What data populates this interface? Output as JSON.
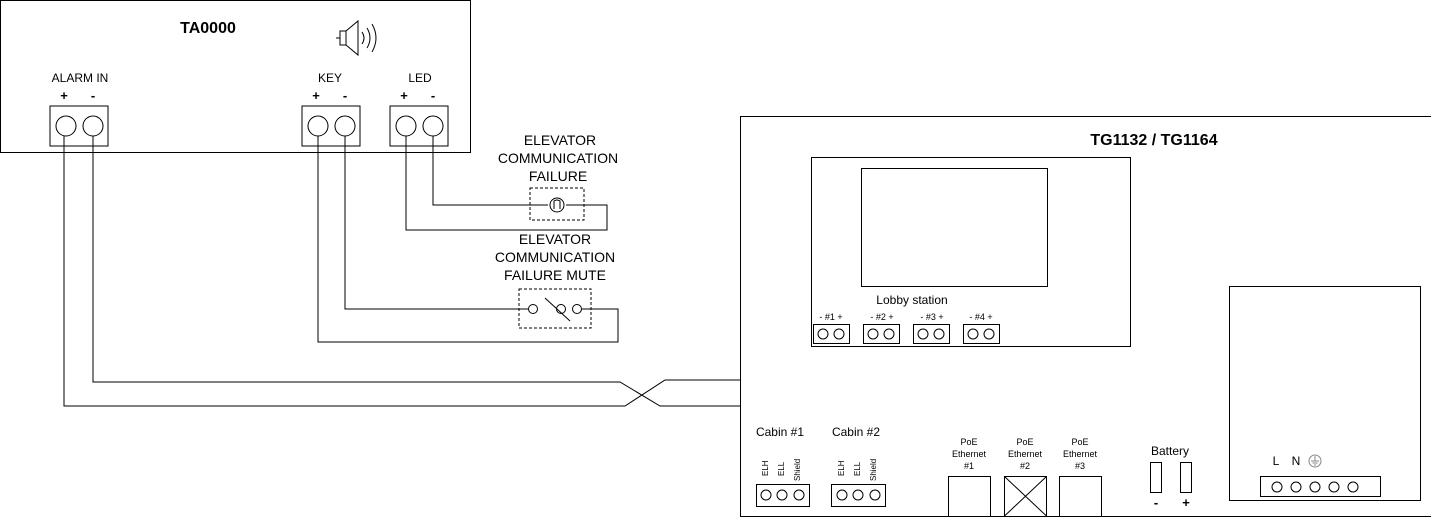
{
  "ta": {
    "title": "TA0000",
    "alarm_in": "ALARM IN",
    "key": "KEY",
    "led": "LED",
    "plus": "+",
    "minus": "-"
  },
  "elevator_failure": {
    "line1": "ELEVATOR",
    "line2": "COMMUNICATION",
    "line3": "FAILURE"
  },
  "elevator_mute": {
    "line1": "ELEVATOR",
    "line2": "COMMUNICATION",
    "line3": "FAILURE MUTE"
  },
  "tg": {
    "title": "TG1132 / TG1164",
    "lobby_station": "Lobby station",
    "ports": [
      "- #1 +",
      "- #2 +",
      "- #3 +",
      "- #4 +"
    ],
    "cabin1": "Cabin #1",
    "cabin2": "Cabin #2",
    "cabin_terms": [
      "ELH",
      "ELL",
      "Shield"
    ],
    "poe1": [
      "PoE",
      "Ethernet",
      "#1"
    ],
    "poe2": [
      "PoE",
      "Ethernet",
      "#2"
    ],
    "poe3": [
      "PoE",
      "Ethernet",
      "#3"
    ],
    "battery": "Battery",
    "battery_minus": "-",
    "battery_plus": "+",
    "power_l": "L",
    "power_n": "N"
  },
  "icons": {
    "speaker": "speaker-icon",
    "lamp": "lamp-icon",
    "switch": "switch-icon",
    "ground": "ground-icon"
  }
}
